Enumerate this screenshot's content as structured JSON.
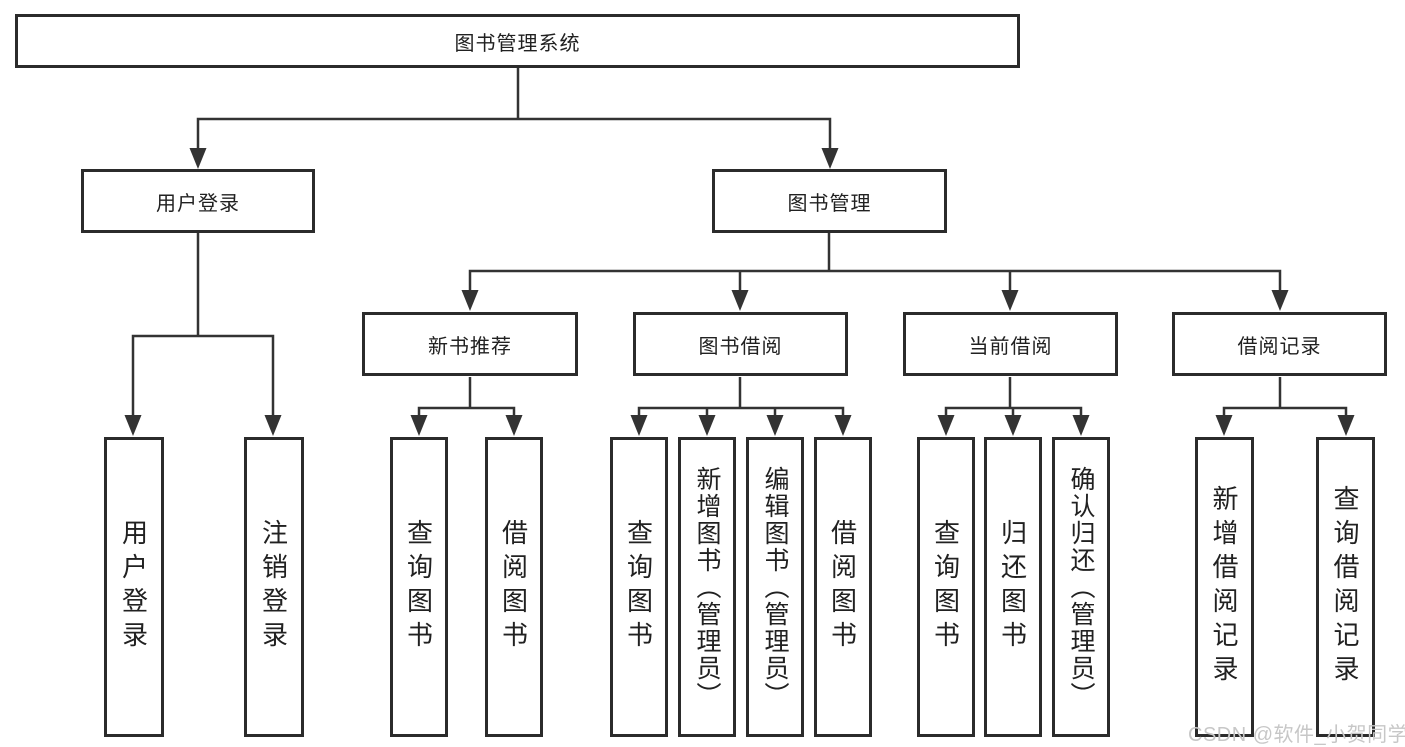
{
  "diagram": {
    "title": "图书管理系统",
    "branches": {
      "user_login": {
        "label": "用户登录",
        "children": [
          "用户登录",
          "注销登录"
        ]
      },
      "book_mgmt": {
        "label": "图书管理",
        "groups": [
          {
            "label": "新书推荐",
            "children": [
              "查询图书",
              "借阅图书"
            ]
          },
          {
            "label": "图书借阅",
            "children": [
              "查询图书",
              "新增图书（管理员）",
              "编辑图书（管理员）",
              "借阅图书"
            ]
          },
          {
            "label": "当前借阅",
            "children": [
              "查询图书",
              "归还图书",
              "确认归还（管理员）"
            ]
          },
          {
            "label": "借阅记录",
            "children": [
              "新增借阅记录",
              "查询借阅记录"
            ]
          }
        ]
      }
    }
  },
  "watermark": {
    "text": "CSDN @软件_小贺同学"
  },
  "colors": {
    "line": "#333333",
    "box_border": "#2b2b2b",
    "text": "#212121",
    "watermark": "#c7c7c7",
    "background": "#ffffff"
  }
}
